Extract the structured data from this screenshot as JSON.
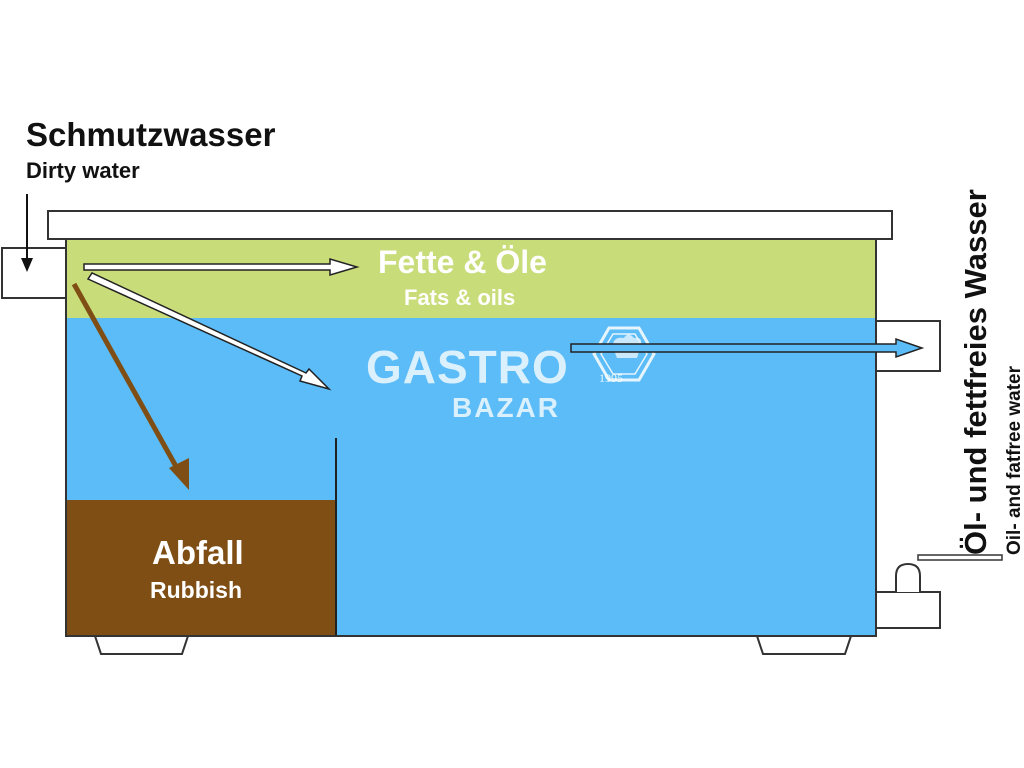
{
  "labels": {
    "inlet_de": "Schmutzwasser",
    "inlet_en": "Dirty water",
    "fat_de": "Fette & Öle",
    "fat_en": "Fats & oils",
    "rubbish_de": "Abfall",
    "rubbish_en": "Rubbish",
    "outlet_de": "Öl- und fettfreies Wasser",
    "outlet_en": "Oil- and fatfree water"
  },
  "watermark": {
    "line1": "GASTRO",
    "line2": "BAZAR",
    "year": "1995"
  },
  "colors": {
    "water": "#5bbcf7",
    "fat_layer": "#c9dc7a",
    "rubbish": "#7f4e14",
    "outline": "#333333",
    "arrow_fill": "#ffffff",
    "rubbish_arrow": "#7f4e14"
  }
}
